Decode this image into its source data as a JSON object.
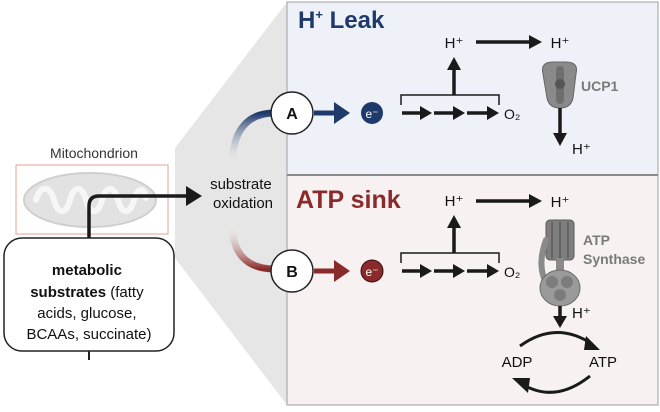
{
  "left": {
    "mito_label": "Mitochondrion",
    "substrates_bold": "metabolic",
    "substrates_lines": [
      "substrates (fatty",
      "acids, glucose,",
      "BCAAs, succinate)"
    ],
    "substrates_bold_word": "substrates",
    "oxidation_line1": "substrate",
    "oxidation_line2": "oxidation"
  },
  "panel_top": {
    "title": "H⁺ Leak",
    "title_main": "H",
    "title_sup": "+",
    "title_rest": " Leak",
    "node": "A",
    "electron": "e⁻",
    "h_up": "H⁺",
    "h_right": "H⁺",
    "h_down": "H⁺",
    "o2": "O₂",
    "protein": "UCP1",
    "color": "#1d3a6b"
  },
  "panel_bottom": {
    "title": "ATP sink",
    "node": "B",
    "electron": "e⁻",
    "h_up": "H⁺",
    "h_right": "H⁺",
    "h_down": "H⁺",
    "o2": "O₂",
    "protein_line1": "ATP",
    "protein_line2": "Synthase",
    "adp": "ADP",
    "atp": "ATP",
    "color": "#8a2a2a"
  },
  "colors": {
    "top_bg": "#eef2f8",
    "bottom_bg": "#f7f1f1",
    "funnel": "#e8e8e8",
    "arrow": "#1a1a1a",
    "grey_label": "#7a7a7a"
  }
}
